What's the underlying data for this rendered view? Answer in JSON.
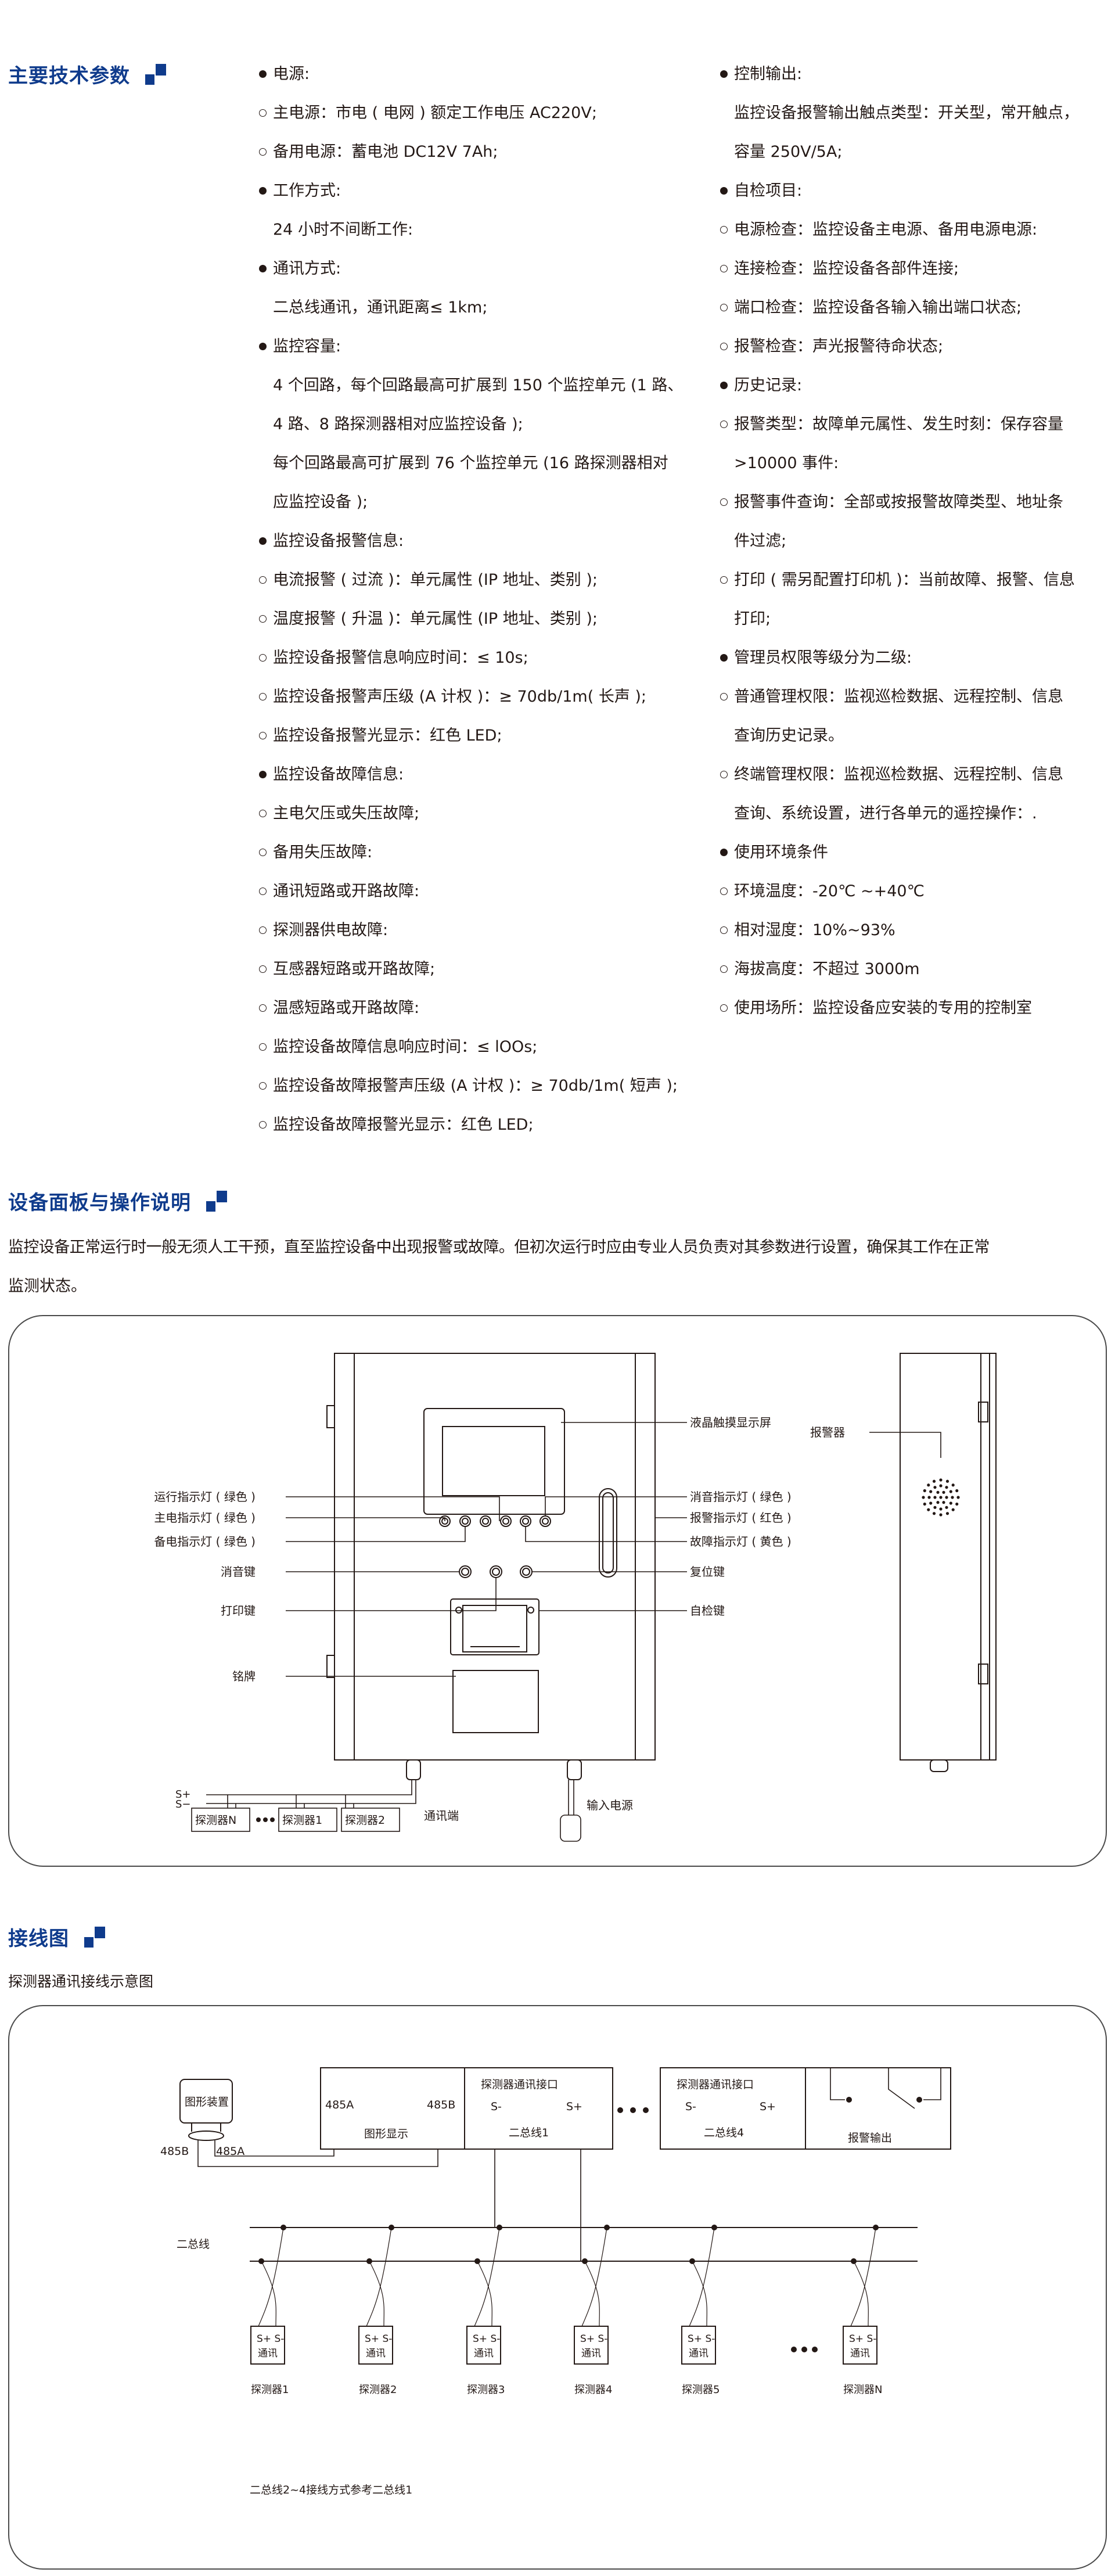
{
  "sections": {
    "specs_title": "主要技术参数",
    "panel_title": "设备面板与操作说明",
    "wiring_title": "接线图"
  },
  "specs": {
    "left": [
      {
        "marker": "dot",
        "text": "电源:"
      },
      {
        "marker": "ring",
        "text": "主电源：市电 ( 电网 ) 额定工作电压 AC220V;"
      },
      {
        "marker": "ring",
        "text": "备用电源：蓄电池 DC12V 7Ah;"
      },
      {
        "marker": "dot",
        "text": "工作方式:"
      },
      {
        "marker": "none",
        "text": "24 小时不间断工作:"
      },
      {
        "marker": "dot",
        "text": "通讯方式:"
      },
      {
        "marker": "none",
        "text": "二总线通讯，通讯距离≤ 1km;"
      },
      {
        "marker": "dot",
        "text": "监控容量:"
      },
      {
        "marker": "none",
        "text": "4 个回路，每个回路最高可扩展到 150 个监控单元 (1 路、"
      },
      {
        "marker": "none",
        "text": "4 路、8 路探测器相对应监控设备 );"
      },
      {
        "marker": "none",
        "text": "每个回路最高可扩展到 76 个监控单元 (16 路探测器相对"
      },
      {
        "marker": "none",
        "text": "应监控设备 );"
      },
      {
        "marker": "dot",
        "text": "监控设备报警信息:"
      },
      {
        "marker": "ring",
        "text": "电流报警 ( 过流 )：单元属性 (IP 地址、类别 );"
      },
      {
        "marker": "ring",
        "text": "温度报警 ( 升温 )：单元属性 (IP 地址、类别 );"
      },
      {
        "marker": "ring",
        "text": "监控设备报警信息响应时间：≤ 10s;"
      },
      {
        "marker": "ring",
        "text": "监控设备报警声压级 (A 计权 )：≥ 70db/1m( 长声 );"
      },
      {
        "marker": "ring",
        "text": "监控设备报警光显示：红色 LED;"
      },
      {
        "marker": "dot",
        "text": "监控设备故障信息:"
      },
      {
        "marker": "ring",
        "text": "主电欠压或失压故障;"
      },
      {
        "marker": "ring",
        "text": "备用失压故障:"
      },
      {
        "marker": "ring",
        "text": "通讯短路或开路故障:"
      },
      {
        "marker": "ring",
        "text": "探测器供电故障:"
      },
      {
        "marker": "ring",
        "text": "互感器短路或开路故障;"
      },
      {
        "marker": "ring",
        "text": "温感短路或开路故障:"
      },
      {
        "marker": "ring",
        "text": "监控设备故障信息响应时间：≤ lOOs;"
      },
      {
        "marker": "ring",
        "text": "监控设备故障报警声压级 (A 计权 )：≥ 70db/1m( 短声 );"
      },
      {
        "marker": "ring",
        "text": "监控设备故障报警光显示：红色 LED;"
      }
    ],
    "right": [
      {
        "marker": "dot",
        "text": "控制输出:"
      },
      {
        "marker": "none",
        "text": "监控设备报警输出触点类型：开关型，常开触点，"
      },
      {
        "marker": "none",
        "text": "容量 250V/5A;"
      },
      {
        "marker": "dot",
        "text": "自检项目:"
      },
      {
        "marker": "ring",
        "text": "电源检查：监控设备主电源、备用电源电源:"
      },
      {
        "marker": "ring",
        "text": "连接检查：监控设备各部件连接;"
      },
      {
        "marker": "ring",
        "text": "端口检查：监控设备各输入输出端口状态;"
      },
      {
        "marker": "ring",
        "text": "报警检查：声光报警待命状态;"
      },
      {
        "marker": "dot",
        "text": "历史记录:"
      },
      {
        "marker": "ring",
        "text": "报警类型：故障单元属性、发生时刻：保存容量"
      },
      {
        "marker": "none",
        "text": ">10000 事件:"
      },
      {
        "marker": "ring",
        "text": "报警事件查询：全部或按报警故障类型、地址条"
      },
      {
        "marker": "none",
        "text": "件过滤;"
      },
      {
        "marker": "ring",
        "text": "打印 ( 需另配置打印机 )：当前故障、报警、信息"
      },
      {
        "marker": "none",
        "text": "打印;"
      },
      {
        "marker": "dot",
        "text": "管理员权限等级分为二级:"
      },
      {
        "marker": "ring",
        "text": "普通管理权限：监视巡检数据、远程控制、信息"
      },
      {
        "marker": "none",
        "text": "查询历史记录。"
      },
      {
        "marker": "ring",
        "text": "终端管理权限：监视巡检数据、远程控制、信息"
      },
      {
        "marker": "none",
        "text": "查询、系统设置，进行各单元的遥控操作：."
      },
      {
        "marker": "dot",
        "text": "使用环境条件"
      },
      {
        "marker": "ring",
        "text": "环境温度：-20℃ ~+40℃"
      },
      {
        "marker": "ring",
        "text": "相对湿度：10%~93%"
      },
      {
        "marker": "ring",
        "text": "海拔高度：不超过 3000m"
      },
      {
        "marker": "ring",
        "text": "使用场所：监控设备应安装的专用的控制室"
      }
    ]
  },
  "panel": {
    "intro_line1": "监控设备正常运行时一般无须人工干预，直至监控设备中出现报警或故障。但初次运行时应由专业人员负责对其参数进行设置，确保其工作在正常",
    "intro_line2": "监测状态。",
    "left_labels": {
      "run_led": "运行指示灯 ( 绿色 )",
      "main_led": "主电指示灯 ( 绿色 )",
      "backup_led": "备电指示灯 ( 绿色 )",
      "mute_key": "消音键",
      "print_key": "打印键",
      "nameplate": "铭牌"
    },
    "right_labels": {
      "lcd": "液晶触摸显示屏",
      "mute_led": "消音指示灯 ( 绿色 )",
      "alarm_led": "报警指示灯 ( 红色 )",
      "fault_led": "故障指示灯 ( 黄色 )",
      "reset_key": "复位键",
      "selftest_key": "自检键"
    },
    "alarm_label": "报警器",
    "comm_port": "通讯端",
    "power_input": "输入电源",
    "s_plus": "S+",
    "s_minus": "S−",
    "detectors": [
      "探测器N",
      "探测器1",
      "探测器2"
    ]
  },
  "wiring": {
    "subtitle": "探测器通讯接线示意图",
    "graphic_device": "图形装置",
    "graphic_display": "图形显示",
    "port_485a": "485A",
    "port_485b": "485B",
    "comm_interface": "探测器通讯接口",
    "s_minus": "S-",
    "s_plus": "S+",
    "bus1": "二总线1",
    "bus4": "二总线4",
    "alarm_output": "报警输出",
    "bus_label": "二总线",
    "detector_terminals": "S+  S-",
    "detector_comm": "通讯",
    "detectors": [
      "探测器1",
      "探测器2",
      "探测器3",
      "探测器4",
      "探测器5",
      "探测器N"
    ],
    "note": "二总线2~4接线方式参考二总线1"
  },
  "colors": {
    "accent": "#0f3b8c",
    "text": "#231815",
    "line": "#231815"
  }
}
